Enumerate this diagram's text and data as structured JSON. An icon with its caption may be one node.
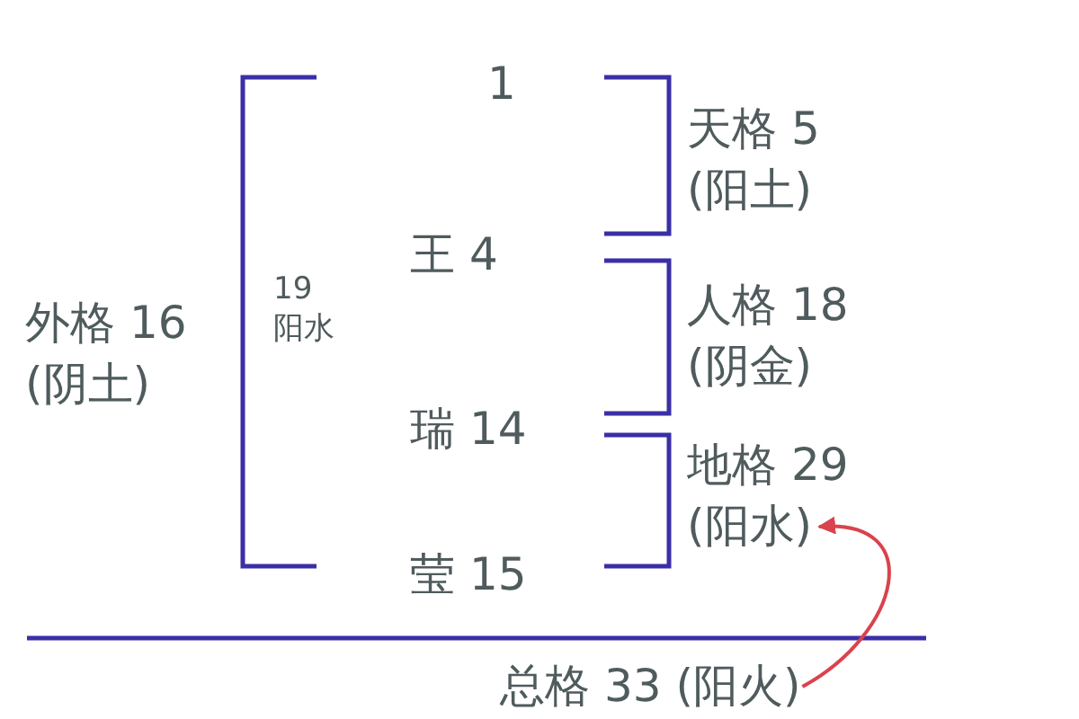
{
  "diagram": {
    "nodes": [
      {
        "text": [
          "1"
        ]
      },
      {
        "text": [
          "王 4"
        ]
      },
      {
        "text": [
          "瑞 14"
        ]
      },
      {
        "text": [
          "莹 15"
        ]
      },
      {
        "text": [
          "天格 5",
          "(阳土)"
        ]
      },
      {
        "text": [
          "人格 18",
          "(阴金)"
        ]
      },
      {
        "text": [
          "地格 29",
          "(阳水)"
        ]
      },
      {
        "text": [
          "外格 16",
          "(阴土)"
        ]
      },
      {
        "text": [
          "19",
          "阳水"
        ]
      },
      {
        "text": [
          "总格 33 (阳火)"
        ]
      }
    ],
    "edges": [
      {
        "from": 9,
        "to": 6,
        "arrow": "to",
        "color": "#d9434e"
      }
    ]
  }
}
